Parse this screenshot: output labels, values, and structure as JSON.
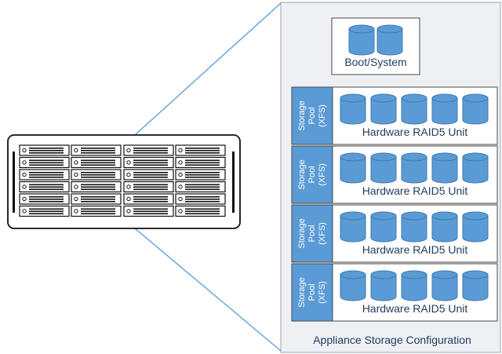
{
  "colors": {
    "accent": "#5b9bd5",
    "accent_stroke": "#3f78b0",
    "panel_bg": "#eef0f3",
    "panel_border": "#9aa4af",
    "server_stroke": "#111111",
    "text": "#1f3b5c"
  },
  "server": {
    "icon": "rack-server-icon"
  },
  "appliance": {
    "boot_label": "Boot/System",
    "caption": "Appliance Storage Configuration",
    "pools": [
      {
        "pool_line1": "Storage",
        "pool_line2": "Pool",
        "pool_line3": "(XFS)",
        "unit_label": "Hardware RAID5 Unit"
      },
      {
        "pool_line1": "Storage",
        "pool_line2": "Pool",
        "pool_line3": "(XFS)",
        "unit_label": "Hardware RAID5 Unit"
      },
      {
        "pool_line1": "Storage",
        "pool_line2": "Pool",
        "pool_line3": "(XFS)",
        "unit_label": "Hardware RAID5 Unit"
      },
      {
        "pool_line1": "Storage",
        "pool_line2": "Pool",
        "pool_line3": "(XFS)",
        "unit_label": "Hardware RAID5 Unit"
      }
    ]
  }
}
